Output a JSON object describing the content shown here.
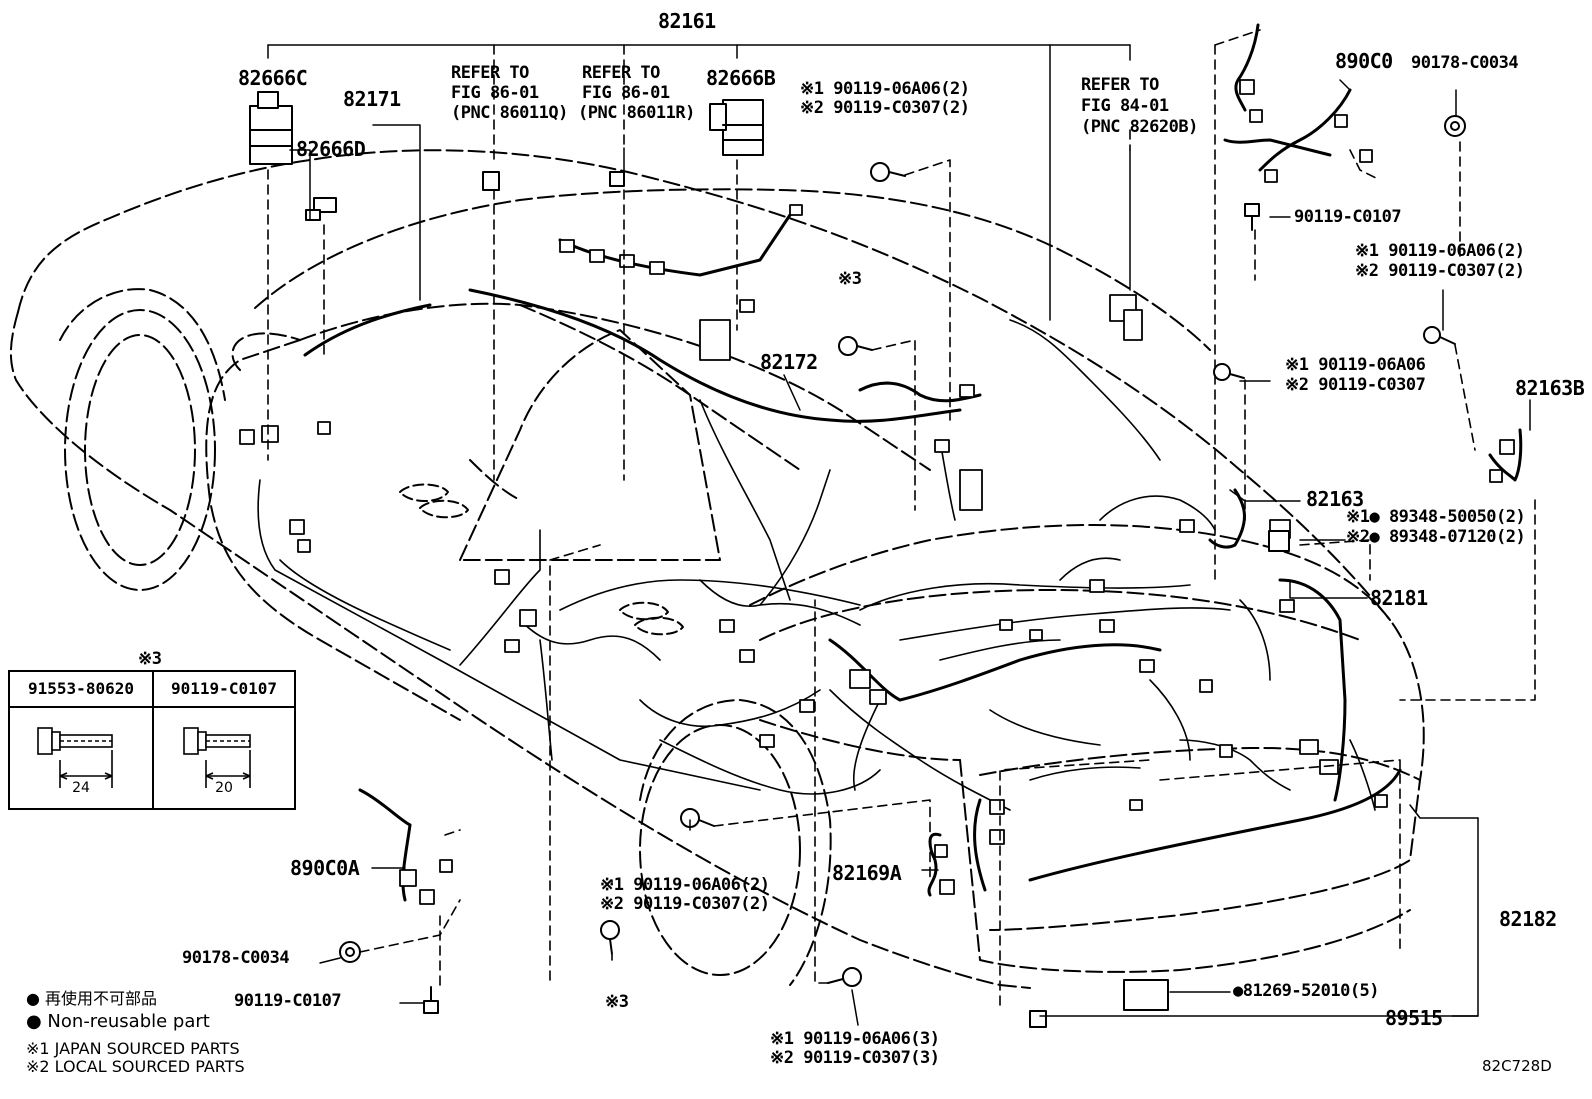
{
  "labels": {
    "main_harness": "82161",
    "relay_block_left": "82666C",
    "relay_block_right": "82666B",
    "bracket_d": "82666D",
    "floor_wire": "82171",
    "refer_a_line1": "REFER TO",
    "refer_a_line2": "FIG 86-01",
    "refer_a_line3": "(PNC 86011Q)",
    "refer_b_line1": "REFER TO",
    "refer_b_line2": "FIG 86-01",
    "refer_b_line3": "(PNC 86011R)",
    "bolt_top_1": "※1 90119-06A06(2)",
    "bolt_top_2": "※2 90119-C0307(2)",
    "refer_c_line1": "REFER TO",
    "refer_c_line2": "FIG 84-01",
    "refer_c_line3": "(PNC 82620B)",
    "sensor_top": "890C0",
    "nut_top": "90178-C0034",
    "bolt_top_right": "90119-C0107",
    "bolt_mid_right_1": "※1 90119-06A06(2)",
    "bolt_mid_right_2": "※2 90119-C0307(2)",
    "mark3_top": "※3",
    "roof_wire": "82172",
    "bolt_single_1": "※1 90119-06A06",
    "bolt_single_2": "※2 90119-C0307",
    "door_wire_b": "82163B",
    "door_wire": "82163",
    "clamp_1": "※1● 89348-50050(2)",
    "clamp_2": "※2● 89348-07120(2)",
    "engine_wire": "82181",
    "inset_mark": "※3",
    "inset_part_a": "91553-80620",
    "inset_part_b": "90119-C0107",
    "inset_dim_a": "24",
    "inset_dim_b": "20",
    "sensor_left": "890C0A",
    "bolt_wheel_1": "※1 90119-06A06(2)",
    "bolt_wheel_2": "※2 90119-C0307(2)",
    "sub_wire_a": "82169A",
    "bumper_wire": "82182",
    "nut_left": "90178-C0034",
    "bolt_left": "90119-C0107",
    "mark3_bottom": "※3",
    "label_part": "●81269-52010(5)",
    "clip": "89515",
    "bolt_bottom_1": "※1 90119-06A06(3)",
    "bolt_bottom_2": "※2 90119-C0307(3)",
    "diagram_id": "82C728D"
  },
  "legend": {
    "non_reusable_ja": "● 再使用不可部品",
    "non_reusable_en": "● Non-reusable part",
    "note_1": "※1 JAPAN SOURCED PARTS",
    "note_2": "※2 LOCAL SOURCED PARTS"
  }
}
